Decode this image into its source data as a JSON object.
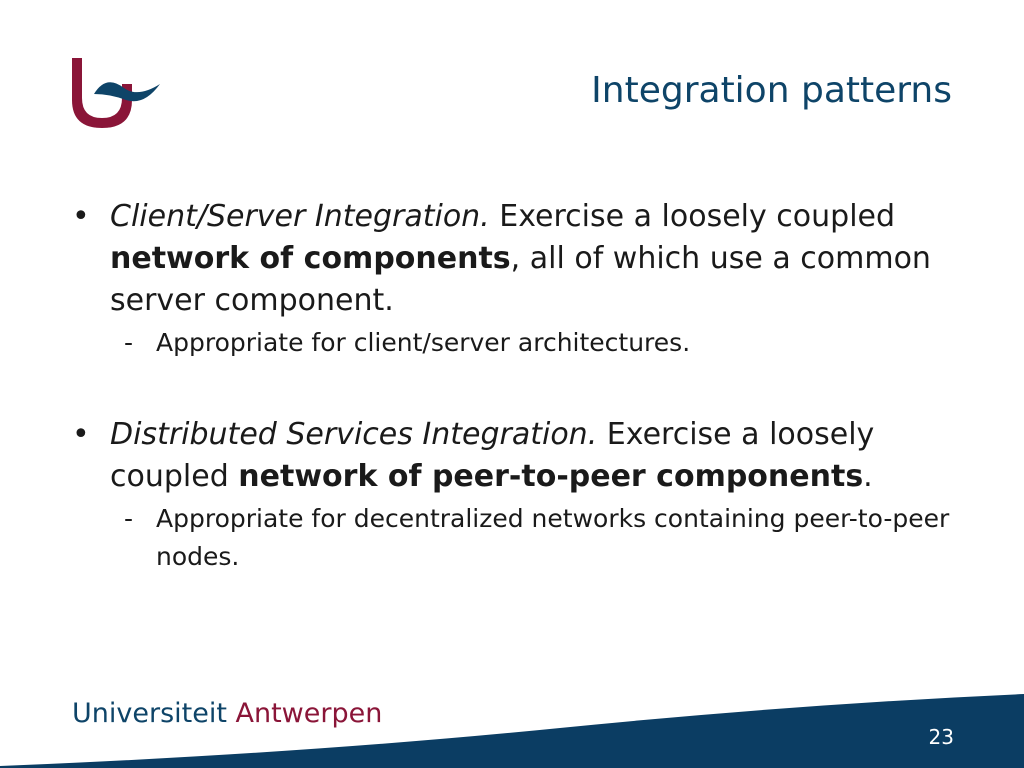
{
  "slide": {
    "title": "Integration patterns",
    "bullets": [
      {
        "italic": "Client/Server Integration.",
        "text1": " Exercise a loosely coupled ",
        "bold": "network of components",
        "text2": ", all of which use a common server component.",
        "sub": "Appropriate for client/server architectures."
      },
      {
        "italic": "Distributed Services Integration.",
        "text1": " Exercise a loosely coupled ",
        "bold": "network of peer-to-peer components",
        "text2": ".",
        "sub": "Appropriate for decentralized networks containing peer-to-peer nodes."
      }
    ],
    "bullet_symbol": "•",
    "sub_symbol": "-"
  },
  "footer": {
    "university_word1": "Universiteit",
    "university_word2": "Antwerpen",
    "page_number": "23"
  },
  "colors": {
    "title_blue": "#0e4468",
    "logo_red": "#8a1538",
    "footer_navy": "#0b3d63"
  }
}
